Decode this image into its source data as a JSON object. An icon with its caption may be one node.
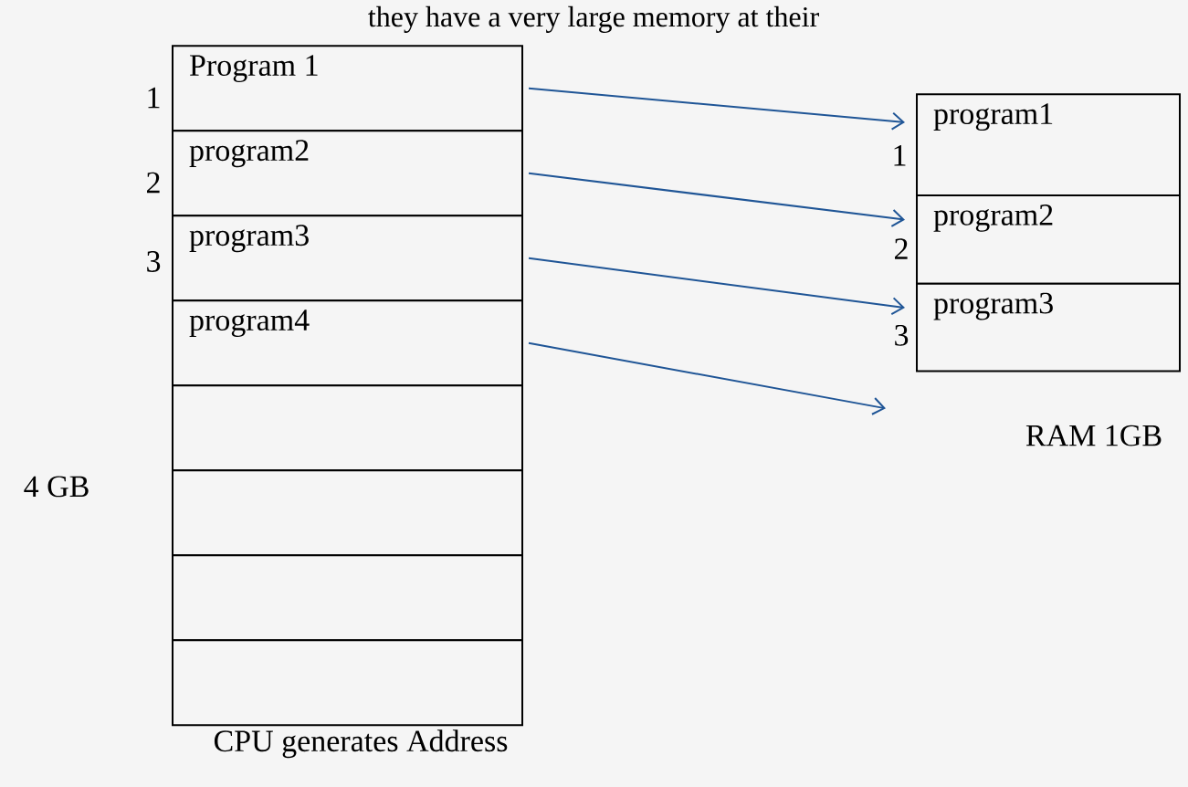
{
  "diagram": {
    "nodes": [
      {
        "text": [
          "Program 1"
        ]
      },
      {
        "text": [
          "program2"
        ]
      },
      {
        "text": [
          "program3"
        ]
      },
      {
        "text": [
          "program4"
        ]
      },
      {
        "text": [],
        "shape": "box"
      },
      {
        "text": [],
        "shape": "box"
      },
      {
        "text": [],
        "shape": "box"
      },
      {
        "text": [],
        "shape": "box"
      },
      {
        "text": [
          "program1"
        ]
      },
      {
        "text": [
          "program2"
        ]
      },
      {
        "text": [
          "program3"
        ]
      }
    ],
    "edges": [
      {
        "from": 0,
        "to": 8,
        "arrow": "to"
      },
      {
        "from": 1,
        "to": 9,
        "arrow": "to"
      },
      {
        "from": 2,
        "to": 10,
        "arrow": "to"
      },
      {
        "from": 3,
        "to": null,
        "arrow": "to"
      }
    ],
    "labels": [
      "they have a very large memory at their",
      "1",
      "2",
      "3",
      "1",
      "2",
      "3",
      "4 GB",
      "RAM 1GB",
      "CPU generates Address"
    ]
  }
}
